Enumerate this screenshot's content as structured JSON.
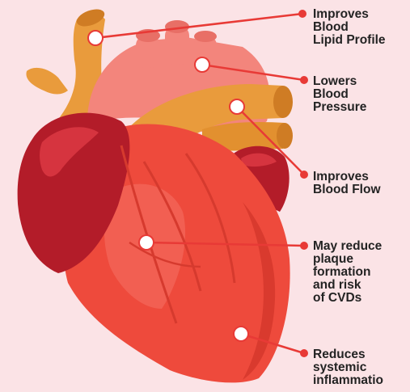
{
  "colors": {
    "background": "#fbe3e6",
    "heart_red": "#ee4a3c",
    "dark_red": "#b31c29",
    "pink_artery": "#f3857c",
    "orange_vessel": "#e99b3c",
    "callout_line": "#e83a36",
    "label_text": "#232323"
  },
  "callouts": [
    {
      "text": "Improves\nBlood\nLipid Profile"
    },
    {
      "text": "Lowers\nBlood\nPressure"
    },
    {
      "text": "Improves\nBlood Flow"
    },
    {
      "text": "May reduce\nplaque\nformation\nand risk\nof CVDs"
    },
    {
      "text": "Reduces\nsystemic\ninflammatio"
    }
  ]
}
